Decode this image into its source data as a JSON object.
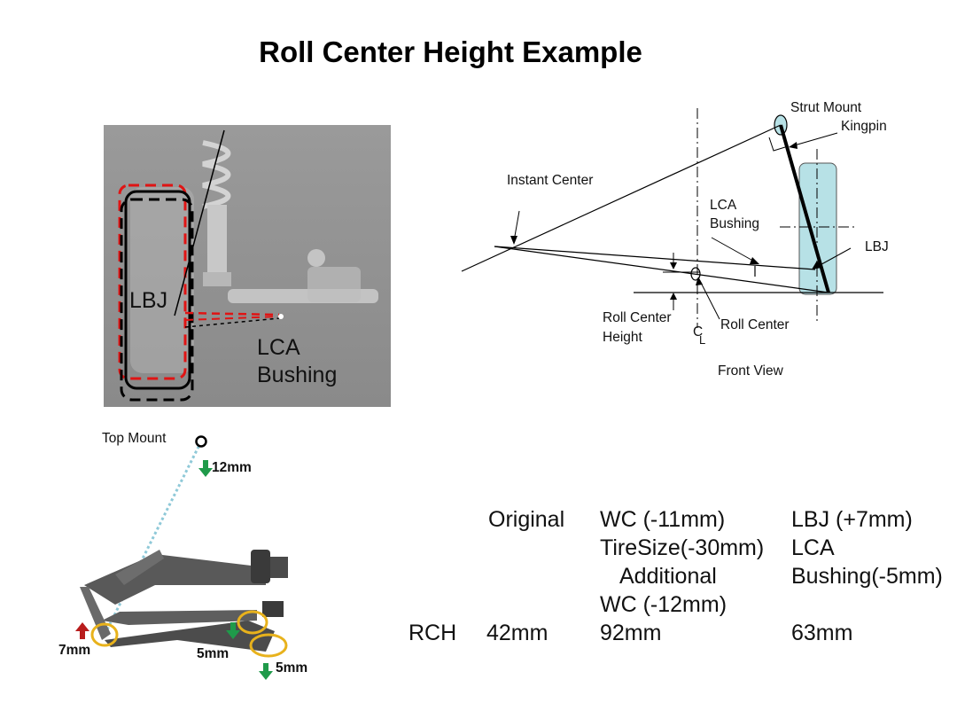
{
  "title": "Roll Center Height Example",
  "photo": {
    "lbj_label": "LBJ",
    "lca_label_line1": "LCA",
    "lca_label_line2": "Bushing"
  },
  "front_view": {
    "strut_mount": "Strut Mount",
    "kingpin": "Kingpin",
    "instant_center": "Instant Center",
    "lca_line1": "LCA",
    "lca_line2": "Bushing",
    "lbj": "LBJ",
    "roll_center_height_line1": "Roll Center",
    "roll_center_height_line2": "Height",
    "roll_center": "Roll Center",
    "cl_c": "C",
    "cl_l": "L",
    "caption": "Front View"
  },
  "suspension_sketch": {
    "top_mount": "Top Mount",
    "top_mount_drop": "12mm",
    "lbj_raise": "7mm",
    "bushing_drop_1": "5mm",
    "bushing_drop_2": "5mm",
    "colors": {
      "up_arrow": "#b81c1c",
      "down_arrow": "#1f9a4a",
      "highlight_ring": "#e8b21c",
      "mount_axis": "#8fc9d8"
    }
  },
  "rch_table": {
    "headers": [
      "Original",
      "WC (-11mm)",
      "LBJ (+7mm)"
    ],
    "header_extra": {
      "col2_line2": "TireSize(-30mm)",
      "col2_line3": "Additional",
      "col2_line4": "WC (-12mm)",
      "col3_line2": "LCA",
      "col3_line3": "Bushing(-5mm)"
    },
    "row_label": "RCH",
    "values": [
      "42mm",
      "92mm",
      "63mm"
    ]
  }
}
